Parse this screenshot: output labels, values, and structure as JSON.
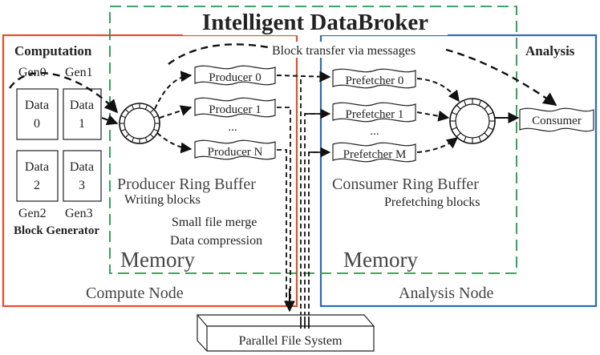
{
  "title": "Intelligent DataBroker",
  "colors": {
    "compute_box": "#e0502a",
    "analysis_box": "#2a6db5",
    "broker_box": "#1e9a4a",
    "ink": "#111111",
    "text_grey": "#444444"
  },
  "compute": {
    "heading": "Computation",
    "node_label": "Compute Node",
    "memory_label": "Memory",
    "block_generator_label": "Block Generator",
    "gen_labels": [
      "Gen0",
      "Gen1",
      "Gen2",
      "Gen3"
    ],
    "data_blocks": [
      {
        "label": "Data",
        "index": "0"
      },
      {
        "label": "Data",
        "index": "1"
      },
      {
        "label": "Data",
        "index": "2"
      },
      {
        "label": "Data",
        "index": "3"
      }
    ],
    "ring_buffer_label": "Producer Ring Buffer",
    "ring_buffer_sub": "Writing blocks",
    "producers": [
      "Producer 0",
      "Producer 1",
      "...",
      "Producer N"
    ],
    "notes": [
      "Small file merge",
      "Data compression"
    ]
  },
  "analysis": {
    "heading": "Analysis",
    "node_label": "Analysis Node",
    "memory_label": "Memory",
    "ring_buffer_label": "Consumer Ring Buffer",
    "ring_buffer_sub": "Prefetching blocks",
    "prefetchers": [
      "Prefetcher 0",
      "Prefetcher 1",
      "...",
      "Prefetcher M"
    ],
    "consumer": "Consumer"
  },
  "messages_label": "Block transfer via messages",
  "pfs_label": "Parallel File System"
}
